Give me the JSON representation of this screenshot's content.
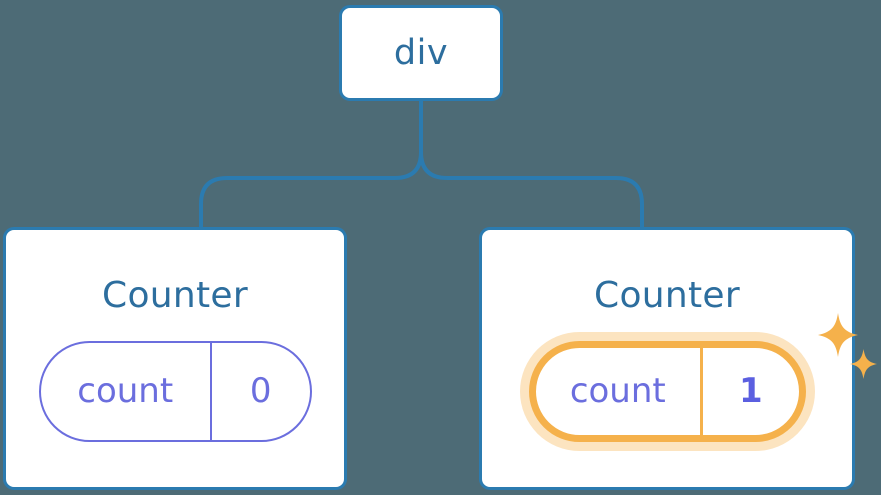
{
  "diagram": {
    "type": "component-tree",
    "background_color": "#4d6b76",
    "node_border_color": "#2b7bb0",
    "node_text_color": "#2d6e9e",
    "pill_color": "#6b6ede",
    "highlight_color": "#f5b14b",
    "highlight_glow_color": "#fbdcab"
  },
  "root": {
    "label": "div"
  },
  "children": [
    {
      "title": "Counter",
      "state": {
        "key": "count",
        "value": "0"
      },
      "highlighted": false,
      "sparkles": false
    },
    {
      "title": "Counter",
      "state": {
        "key": "count",
        "value": "1"
      },
      "highlighted": true,
      "sparkles": true
    }
  ],
  "icons": {
    "sparkle_large": "sparkle-icon",
    "sparkle_small": "sparkle-icon"
  }
}
